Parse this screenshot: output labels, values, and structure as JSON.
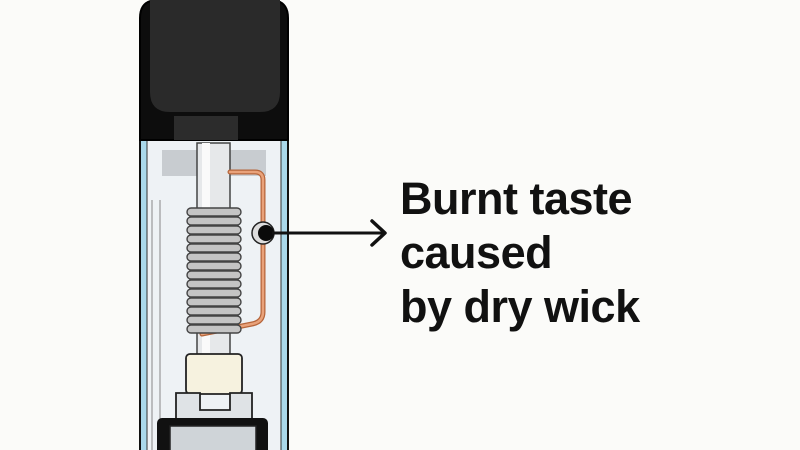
{
  "caption": {
    "lines": [
      "Burnt taste",
      "caused",
      "by dry wick"
    ]
  },
  "colors": {
    "background": "#fbfbf9",
    "mouthpiece": "#111111",
    "tank_border": "#a9d8ea",
    "wick_wire": "#d9875a",
    "coil": "#9a9a9a",
    "text": "#111111"
  },
  "icons": {
    "pointer": "arrow-right-icon"
  }
}
